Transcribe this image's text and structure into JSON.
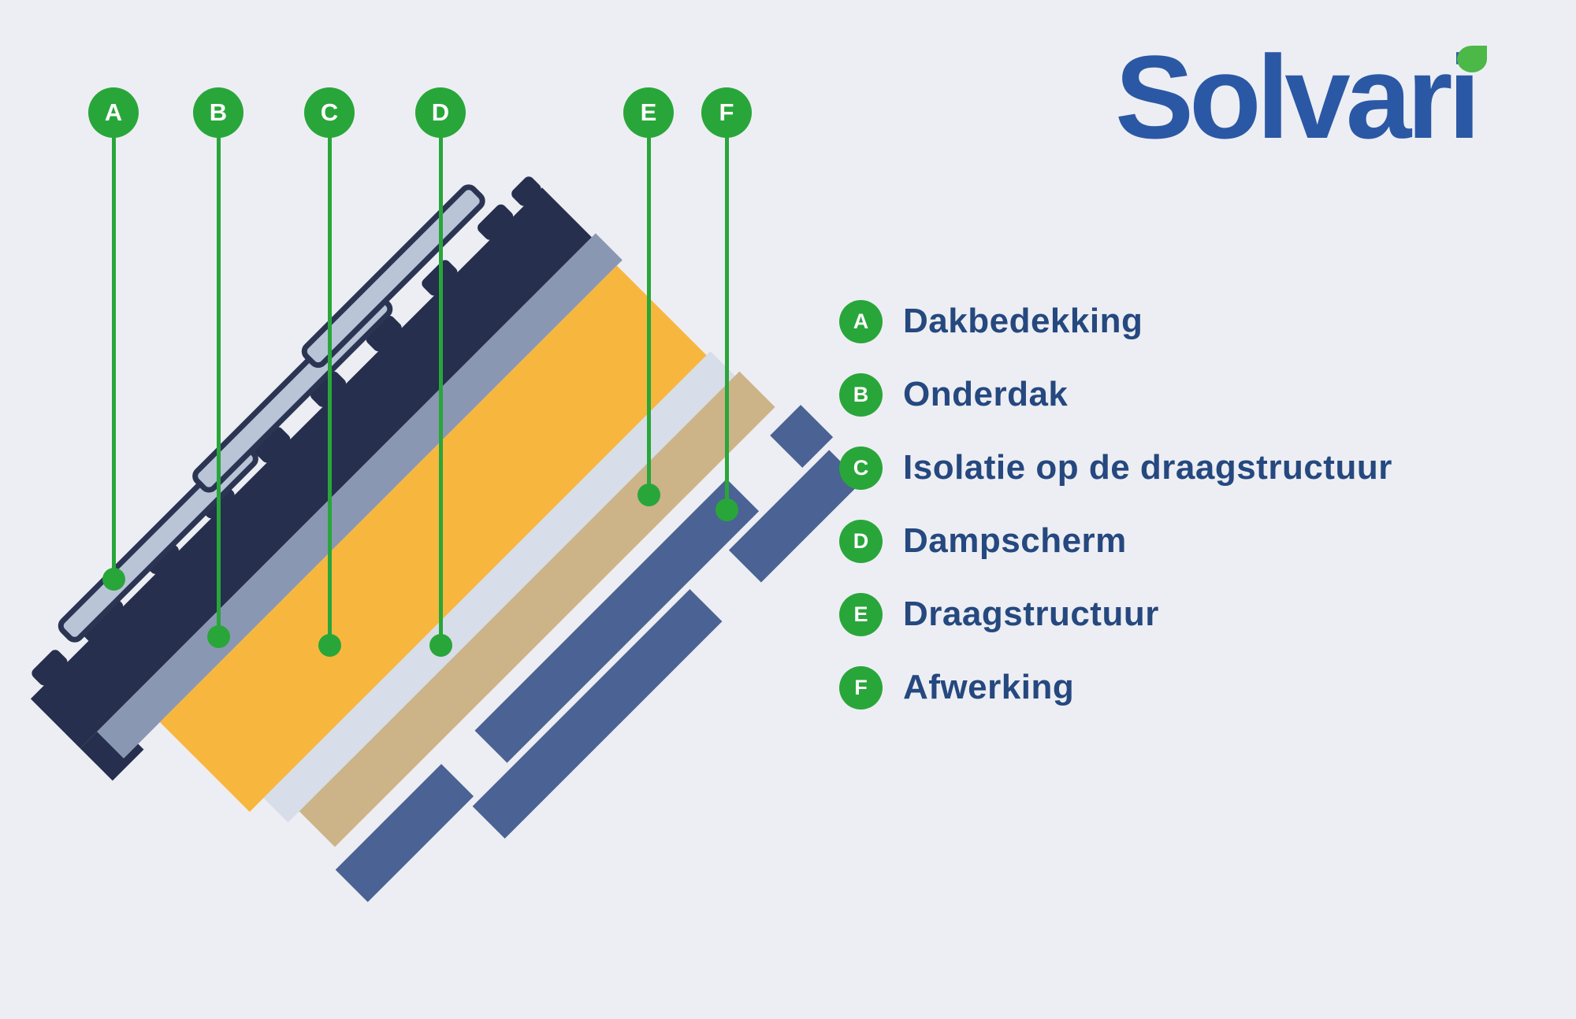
{
  "logo": {
    "text": "Solvari",
    "color": "#2B58A5",
    "leaf_color": "#4CB848"
  },
  "legend": {
    "marker_color": "#29A63A",
    "text_color": "#25487F",
    "items": [
      {
        "id": "A",
        "label": "Dakbedekking"
      },
      {
        "id": "B",
        "label": "Onderdak"
      },
      {
        "id": "C",
        "label": "Isolatie op de draagstructuur"
      },
      {
        "id": "D",
        "label": "Dampscherm"
      },
      {
        "id": "E",
        "label": "Draagstructuur"
      },
      {
        "id": "F",
        "label": "Afwerking"
      }
    ]
  },
  "colors": {
    "background": "#EDEEF3",
    "roof_tile": "#B9C4D6",
    "tile_outline": "#2B3553",
    "batten_navy": "#262F4D",
    "underlay_steel_blue": "#8A97B2",
    "insulation_yellow": "#F7B73E",
    "vapor_barrier_gray": "#D7DDE9",
    "support_tan": "#CDB388",
    "finish_blue": "#4B6294"
  }
}
